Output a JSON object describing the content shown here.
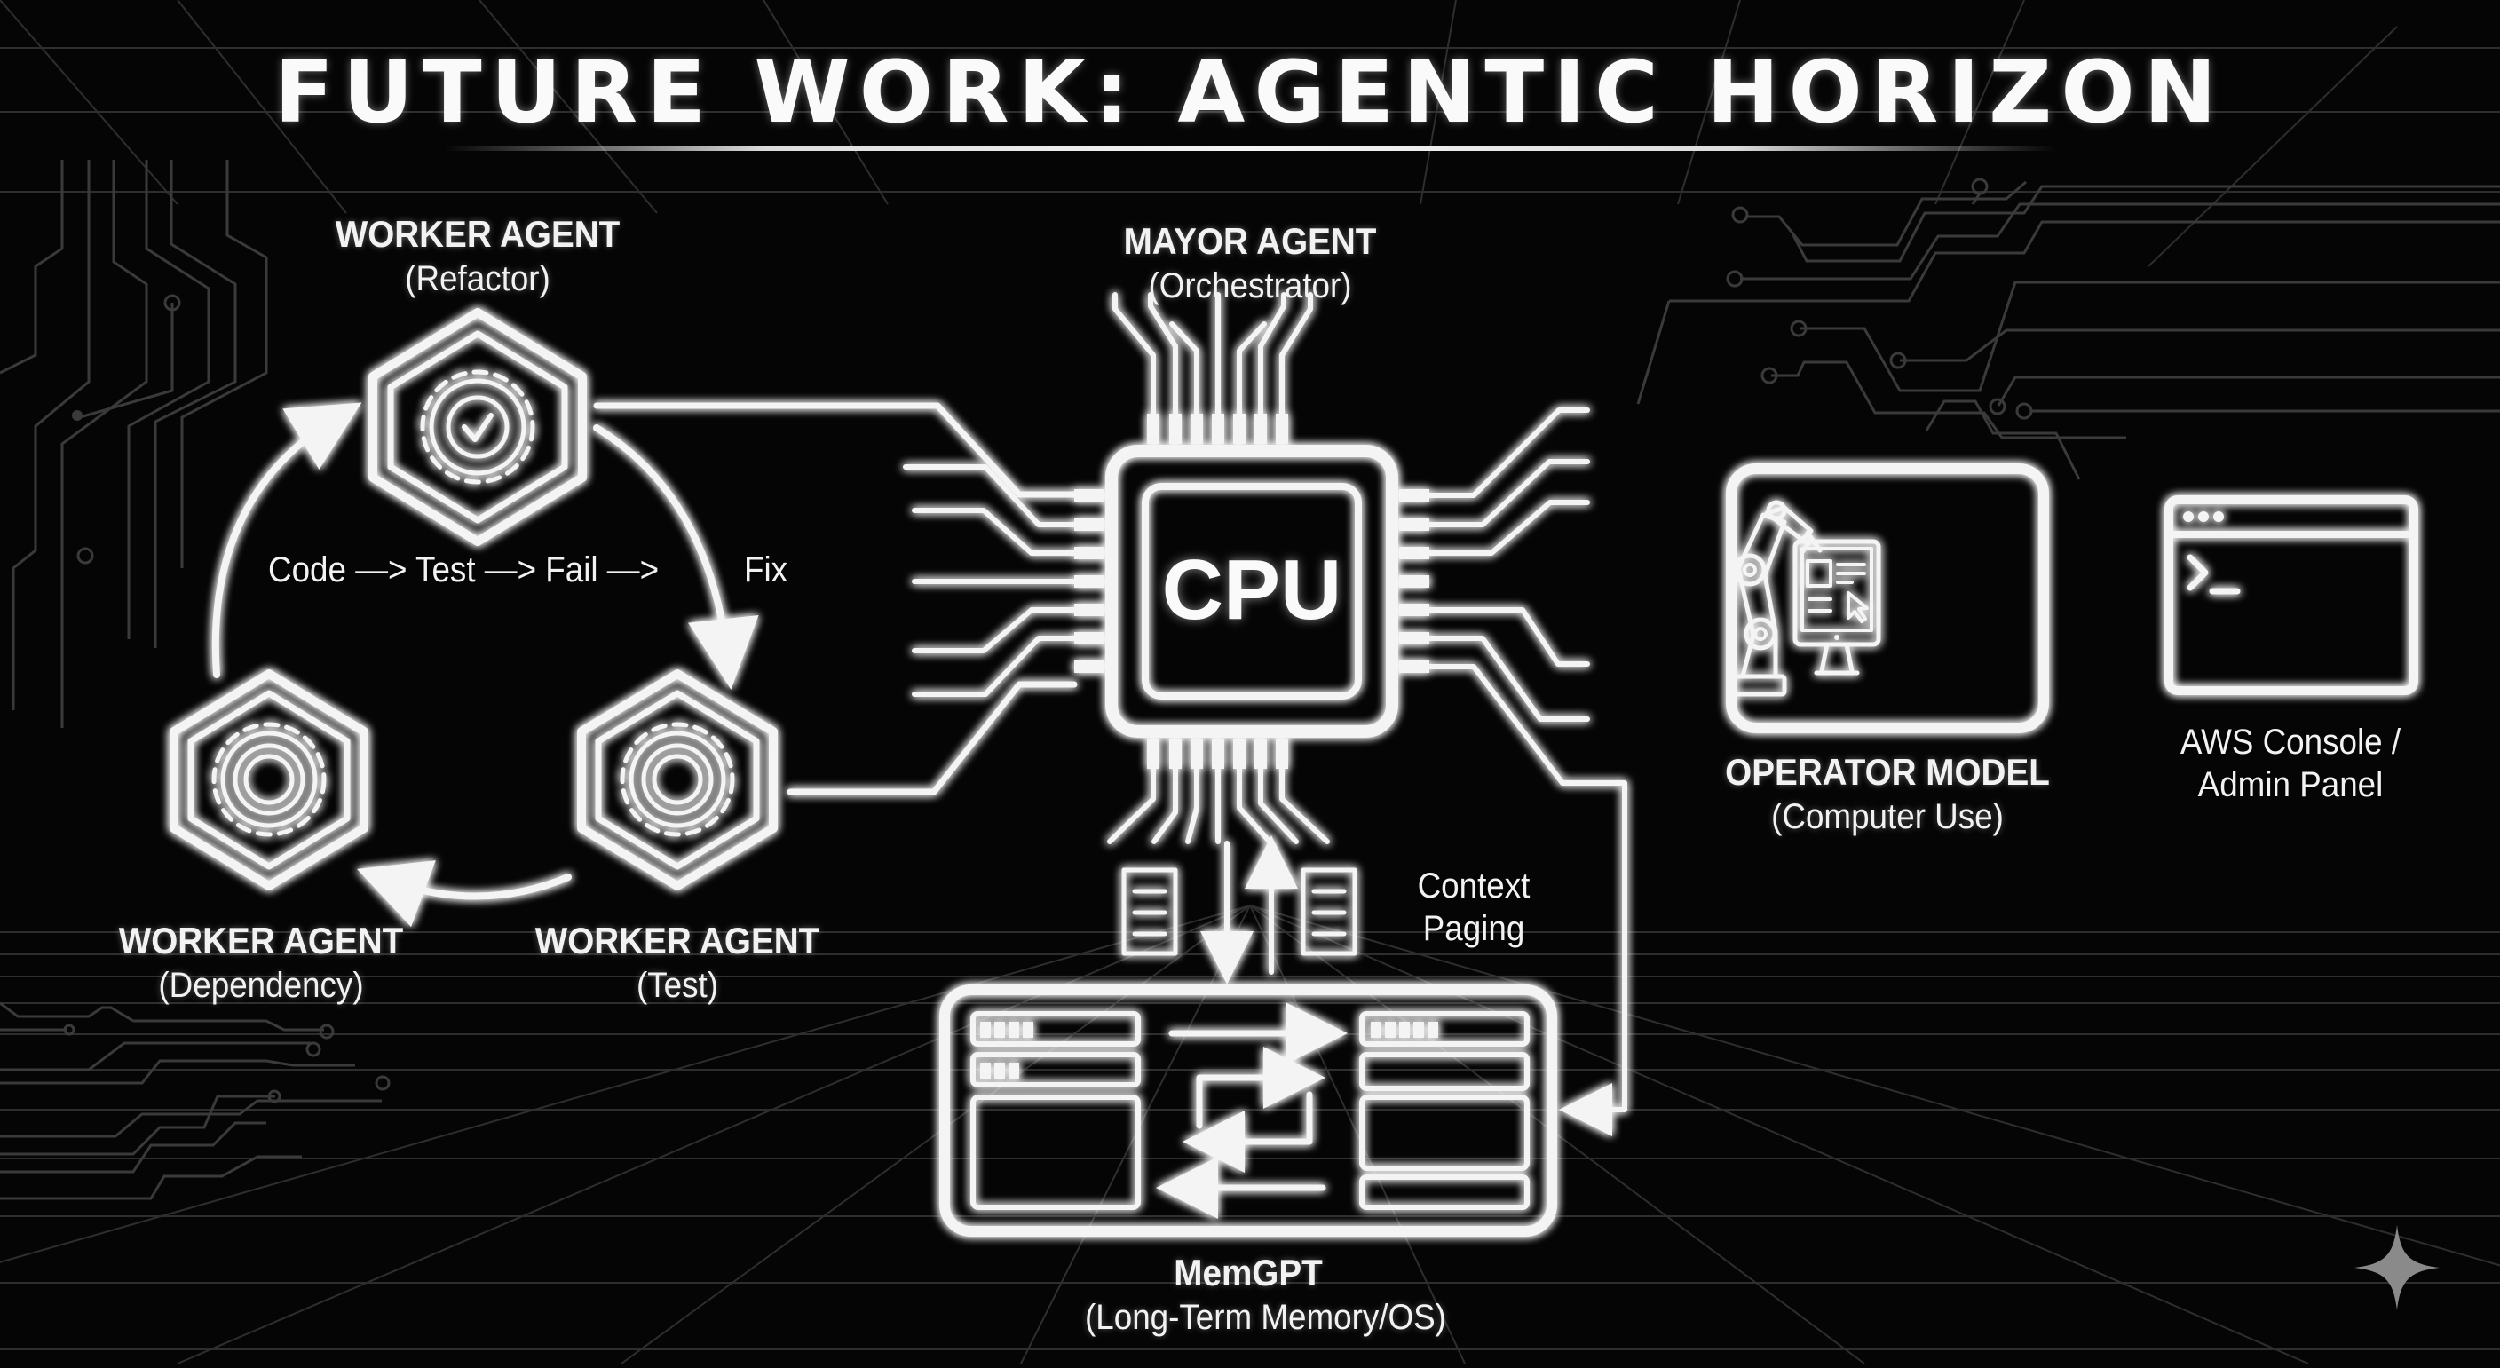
{
  "title": "FUTURE WORK: AGENTIC HORIZON",
  "worker_cycle": {
    "cycle_label": "Code —> Test —> Fail —>",
    "fix_label": "Fix",
    "agents": [
      {
        "name": "WORKER AGENT",
        "role": "(Refactor)",
        "icon": "gear-check-icon"
      },
      {
        "name": "WORKER AGENT",
        "role": "(Test)",
        "icon": "gear-icon"
      },
      {
        "name": "WORKER AGENT",
        "role": "(Dependency)",
        "icon": "gear-icon"
      }
    ]
  },
  "mayor": {
    "name": "MAYOR AGENT",
    "role": "(Orchestrator)",
    "chip_label": "CPU",
    "icon": "cpu-chip-icon"
  },
  "context_paging": {
    "line1": "Context",
    "line2": "Paging",
    "icons": [
      "document-icon",
      "arrow-down-icon",
      "arrow-up-icon",
      "document-icon"
    ]
  },
  "memgpt": {
    "name": "MemGPT",
    "role": "(Long-Term Memory/OS)",
    "icon": "memory-swap-icon"
  },
  "operator": {
    "name": "OPERATOR MODEL",
    "role": "(Computer Use)",
    "icon": "robot-arm-computer-icon"
  },
  "target": {
    "line1": "AWS Console /",
    "line2": "Admin Panel",
    "icon": "terminal-window-icon"
  },
  "colors": {
    "background": "#050505",
    "foreground": "#f4f4f4",
    "grid": "#2e2e2e",
    "sparkle": "#8a8a8a"
  }
}
